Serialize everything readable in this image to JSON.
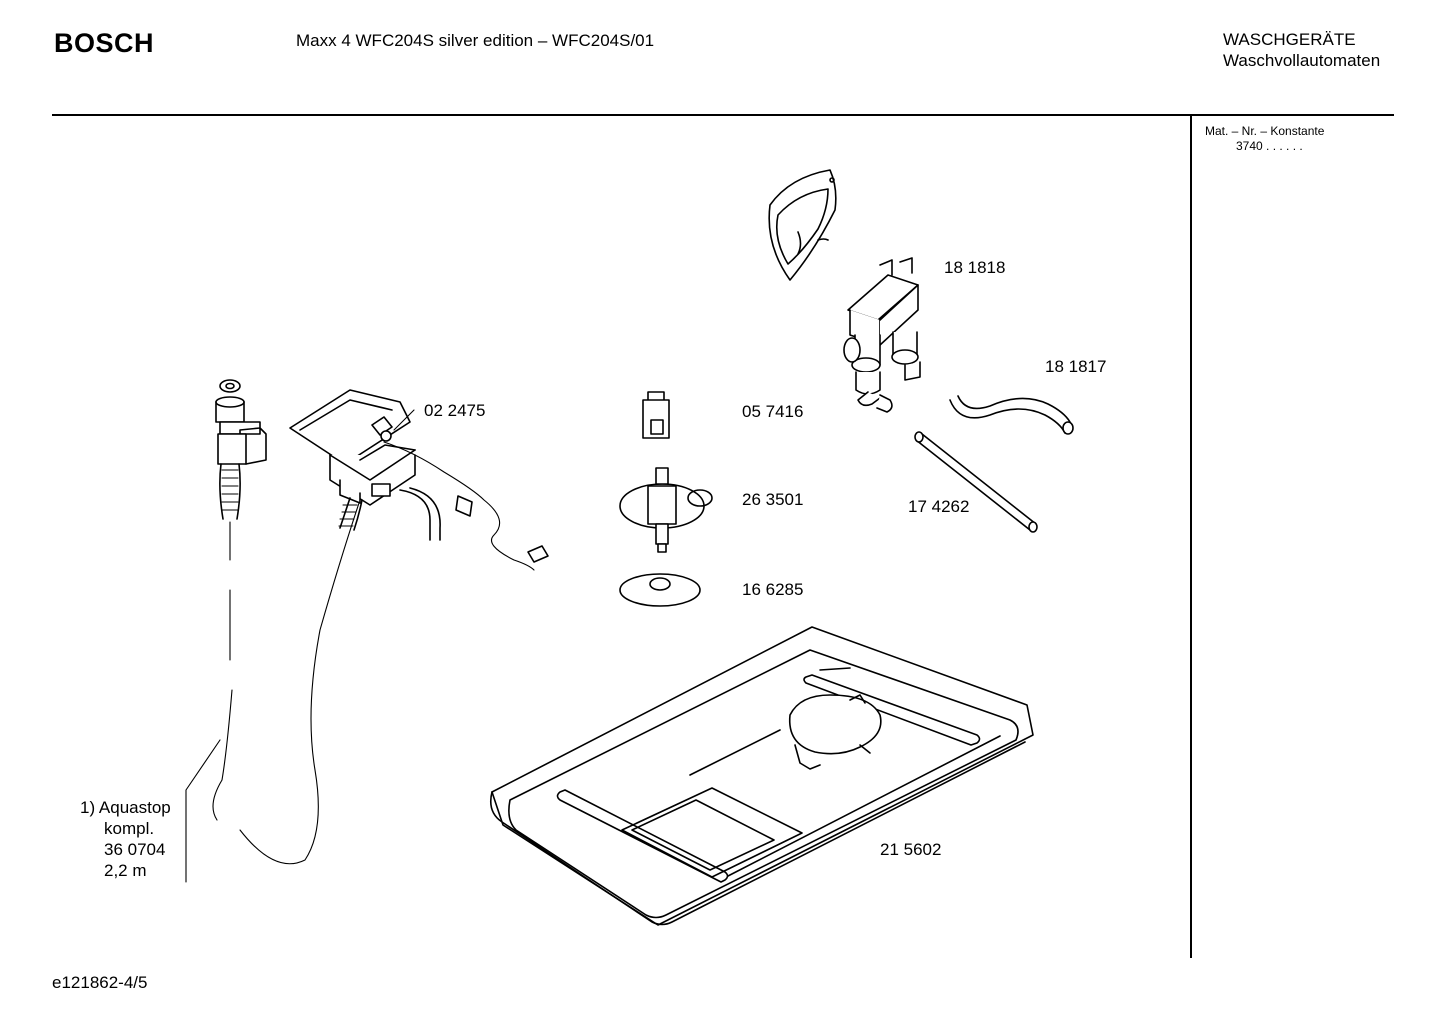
{
  "header": {
    "brand": "BOSCH",
    "model": "Maxx 4 WFC204S silver edition – WFC204S/01",
    "category_line1": "WASCHGERÄTE",
    "category_line2": "Waschvollautomaten"
  },
  "sidebar": {
    "mat_label": "Mat. – Nr. – Konstante",
    "mat_value": "3740  .  .   .  .  .  ."
  },
  "parts": [
    {
      "number": "18 1818"
    },
    {
      "number": "18 1817"
    },
    {
      "number": "02 2475"
    },
    {
      "number": "05 7416"
    },
    {
      "number": "26 3501"
    },
    {
      "number": "17 4262"
    },
    {
      "number": "16 6285"
    },
    {
      "number": "21 5602"
    }
  ],
  "note": {
    "line1": "1) Aquastop",
    "line2": "kompl.",
    "line3": "36 0704",
    "line4": "2,2 m"
  },
  "footer": {
    "drawing_id": "e121862-4/5"
  }
}
